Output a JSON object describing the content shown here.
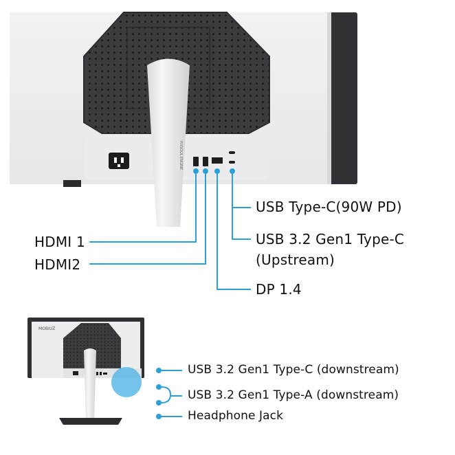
{
  "accent_color": "#2a9fd8",
  "top_view": {
    "ports": [
      {
        "id": "usb_c_90w",
        "label": "USB Type-C(90W PD)"
      },
      {
        "id": "usb_c_upstream",
        "label_line1": "USB 3.2 Gen1 Type-C",
        "label_line2": "(Upstream)"
      },
      {
        "id": "hdmi1",
        "label": "HDMI 1"
      },
      {
        "id": "hdmi2",
        "label": "HDMI2"
      },
      {
        "id": "dp",
        "label": "DP 1.4"
      }
    ],
    "stand_text": "PIXSOUL ENGINE",
    "icons": [
      "power-inlet-icon",
      "hdmi-port-icon",
      "displayport-icon",
      "usb-c-port-icon"
    ]
  },
  "bottom_view": {
    "brand": "MOBIUZ",
    "ports": [
      {
        "id": "usb_c_down",
        "label": "USB 3.2 Gen1 Type-C (downstream)"
      },
      {
        "id": "usb_a_down",
        "label": "USB 3.2 Gen1 Type-A (downstream)"
      },
      {
        "id": "headphone",
        "label": "Headphone Jack"
      }
    ]
  }
}
